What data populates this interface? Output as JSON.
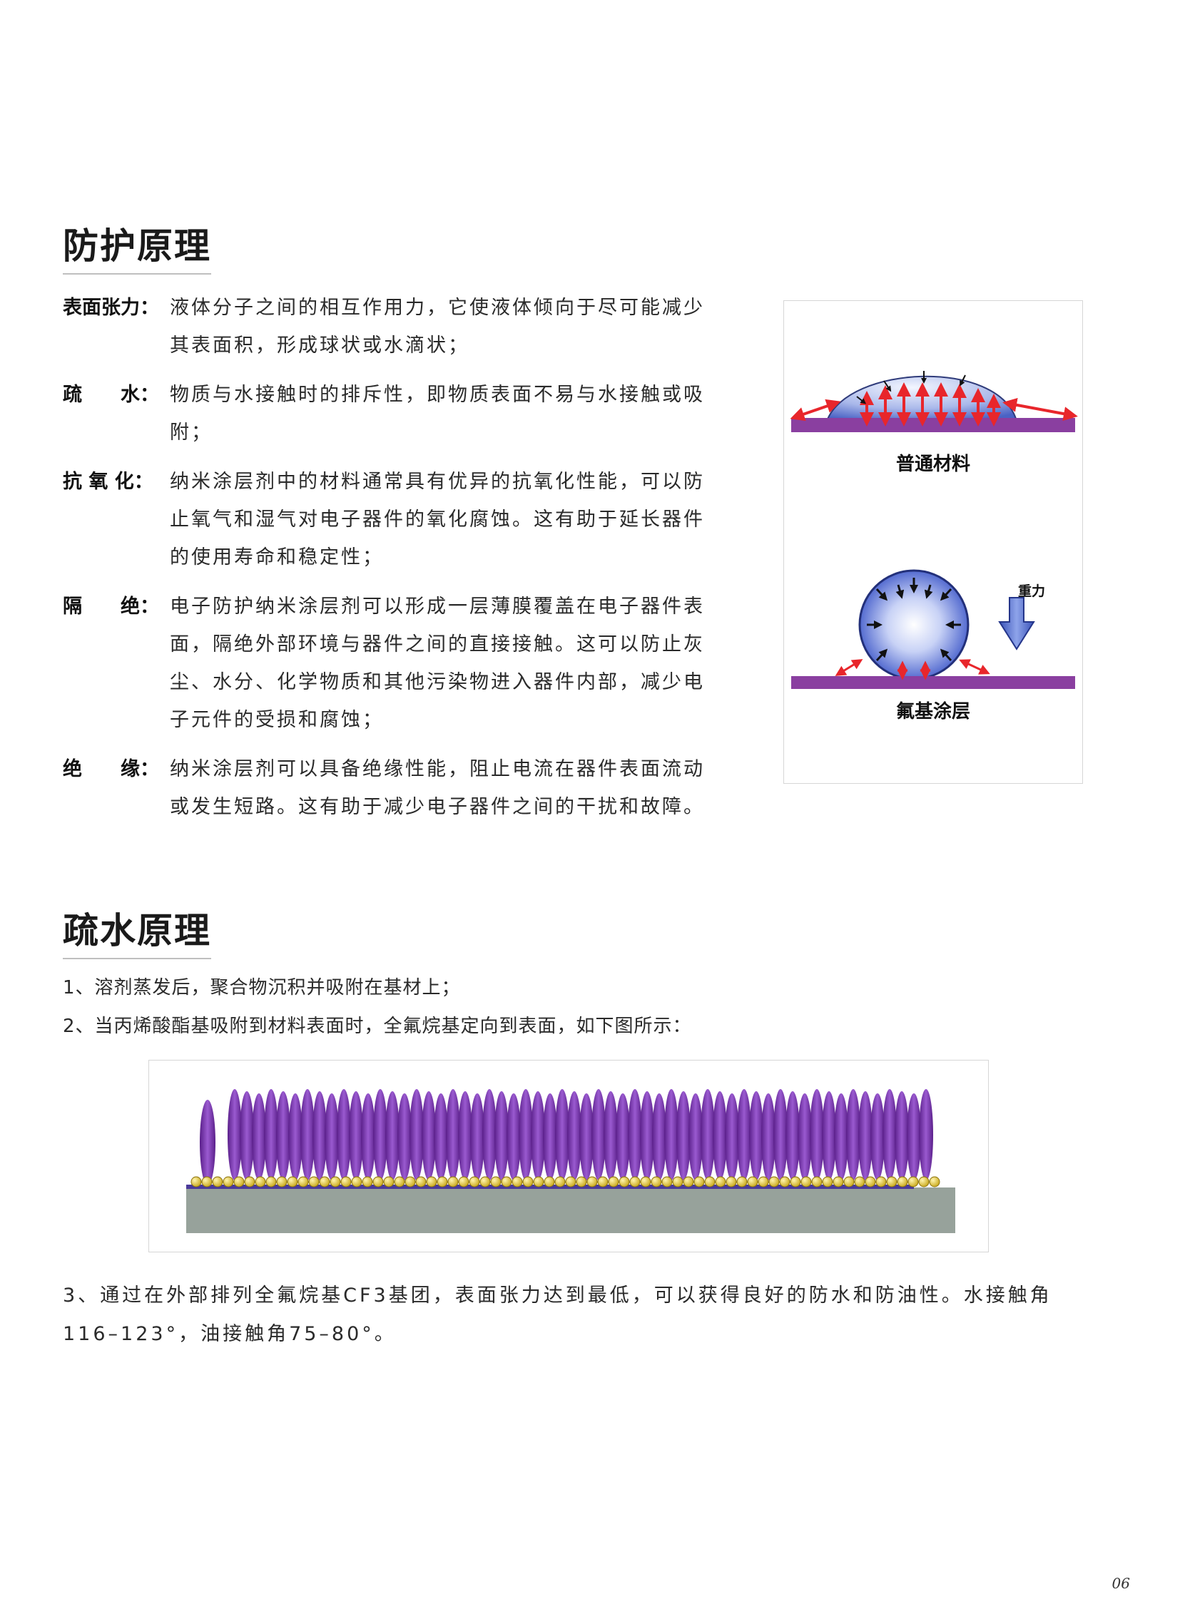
{
  "section1": {
    "title": "防护原理",
    "definitions": [
      {
        "term": "表面张力：",
        "desc_lines": [
          "液体分子之间的相互作用力，它使液体倾向于尽可能减少",
          "其表面积，形成球状或水滴状；"
        ]
      },
      {
        "term": "疏　　水：",
        "desc_lines": [
          "物质与水接触时的排斥性，即物质表面不易与水接触或吸",
          "附；"
        ]
      },
      {
        "term": "抗 氧 化：",
        "desc_lines": [
          "纳米涂层剂中的材料通常具有优异的抗氧化性能，可以防",
          "止氧气和湿气对电子器件的氧化腐蚀。这有助于延长器件",
          "的使用寿命和稳定性；"
        ]
      },
      {
        "term": "隔　　绝：",
        "desc_lines": [
          "电子防护纳米涂层剂可以形成一层薄膜覆盖在电子器件表",
          "面，隔绝外部环境与器件之间的直接接触。这可以防止灰",
          "尘、水分、化学物质和其他污染物进入器件内部，减少电",
          "子元件的受损和腐蚀；"
        ]
      },
      {
        "term": "绝　　缘：",
        "desc_lines": [
          "纳米涂层剂可以具备绝缘性能，阻止电流在器件表面流动",
          "或发生短路。这有助于减少电子器件之间的干扰和故障。"
        ]
      }
    ],
    "figure": {
      "caption_top": "普通材料",
      "caption_bottom": "氟基涂层",
      "gravity_label": "重力"
    }
  },
  "section2": {
    "title": "疏水原理",
    "steps": [
      "1、溶剂蒸发后，聚合物沉积并吸附在基材上；",
      "2、当丙烯酸酯基吸附到材料表面时，全氟烷基定向到表面，如下图所示："
    ],
    "step3": "3、通过在外部排列全氟烷基CF3基团，表面张力达到最低，可以获得良好的防水和防油性。水接触角116–123°，油接触角75–80°。"
  },
  "page_number": "06",
  "colors": {
    "substrate_purple": "#8a3fa0",
    "arrow_red": "#e8262b",
    "molecule_purple": "#7a3aa8",
    "anchor_yellow": "#e8d23a",
    "base_gray": "#97a29b"
  }
}
